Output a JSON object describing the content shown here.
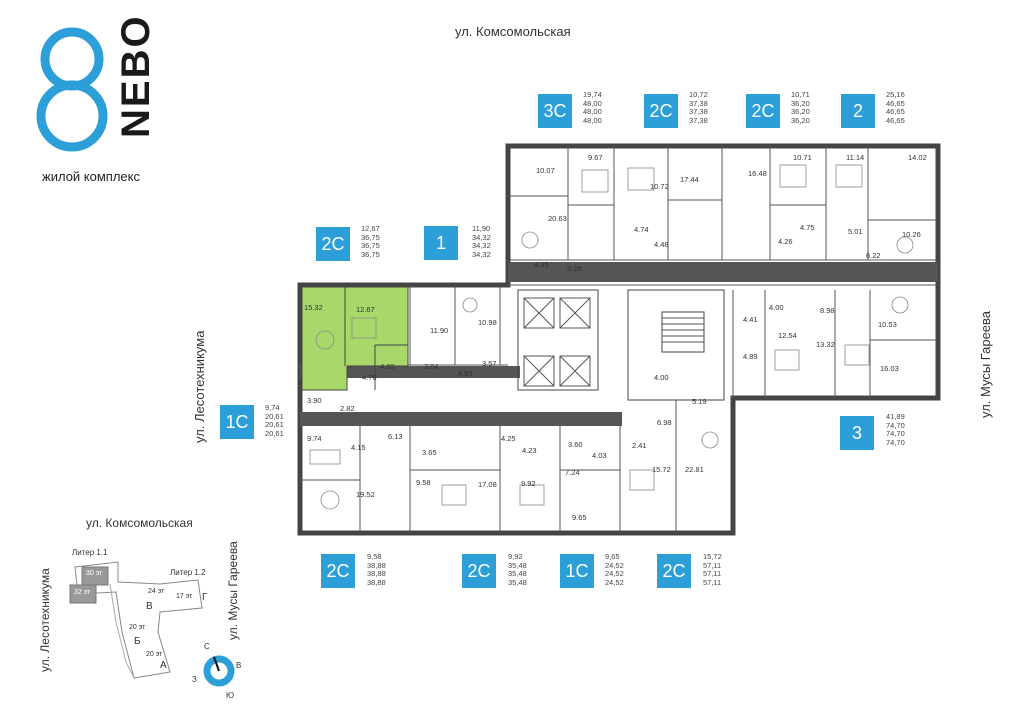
{
  "brand": {
    "name": "NEBO",
    "subtitle": "жилой комплекс",
    "accent_color": "#2C9FD9",
    "selected_color": "#A8D86A"
  },
  "streets": {
    "top": "ул. Комсомольская",
    "left": "ул. Лесотехникума",
    "right": "ул. Мусы Гареева"
  },
  "apartments": [
    {
      "type": "3С",
      "areas": [
        "19,74",
        "48,00",
        "48,00",
        "48,00"
      ]
    },
    {
      "type": "2С",
      "areas": [
        "10,72",
        "37,38",
        "37,38",
        "37,38"
      ]
    },
    {
      "type": "2С",
      "areas": [
        "10,71",
        "36,20",
        "36,20",
        "36,20"
      ]
    },
    {
      "type": "2",
      "areas": [
        "25,16",
        "46,65",
        "46,65",
        "46,65"
      ]
    },
    {
      "type": "2С",
      "areas": [
        "12,67",
        "36,75",
        "36,75",
        "36,75"
      ]
    },
    {
      "type": "1",
      "areas": [
        "11,90",
        "34,32",
        "34,32",
        "34,32"
      ]
    },
    {
      "type": "1С",
      "areas": [
        "9,74",
        "20,61",
        "20,61",
        "20,61"
      ]
    },
    {
      "type": "3",
      "areas": [
        "41,89",
        "74,70",
        "74,70",
        "74,70"
      ]
    },
    {
      "type": "2С",
      "areas": [
        "9,58",
        "38,88",
        "38,88",
        "38,88"
      ]
    },
    {
      "type": "2С",
      "areas": [
        "9,92",
        "35,48",
        "35,48",
        "35,48"
      ]
    },
    {
      "type": "1С",
      "areas": [
        "9,65",
        "24,52",
        "24,52",
        "24,52"
      ]
    },
    {
      "type": "2С",
      "areas": [
        "15,72",
        "57,11",
        "57,11",
        "57,11"
      ]
    }
  ],
  "room_labels": [
    "10.07",
    "9.67",
    "10.72",
    "17.44",
    "16.48",
    "10.71",
    "11.14",
    "14.02",
    "20.63",
    "4.74",
    "4.48",
    "4.26",
    "4.75",
    "5.01",
    "6.22",
    "10.26",
    "4.35",
    "3.28",
    "15.32",
    "12.67",
    "11.90",
    "10.98",
    "4.00",
    "4.41",
    "8.98",
    "10.53",
    "12.54",
    "13.32",
    "4.89",
    "16.03",
    "4.00",
    "3.04",
    "4.83",
    "3.57",
    "4.76",
    "3.90",
    "2.82",
    "4.00",
    "5.19",
    "9.74",
    "4.15",
    "6.13",
    "3.65",
    "4.25",
    "4.23",
    "3.60",
    "4.03",
    "2.41",
    "6.98",
    "9.58",
    "17.08",
    "9.92",
    "7.24",
    "15.72",
    "22.81",
    "19.52",
    "9.65"
  ],
  "site_plan": {
    "street_top": "ул. Комсомольская",
    "street_left": "ул. Лесотехникума",
    "street_right": "ул. Мусы Гареева",
    "liter_1_1": "Литер 1.1",
    "liter_1_2": "Литер 1.2",
    "floors": [
      "30 эт",
      "32 эт",
      "24 эт",
      "17 эт",
      "20 эт",
      "20 эт"
    ],
    "letters": [
      "В",
      "Г",
      "Б",
      "А"
    ]
  },
  "compass": {
    "n": "С",
    "e": "В",
    "w": "З",
    "s": "Ю"
  }
}
